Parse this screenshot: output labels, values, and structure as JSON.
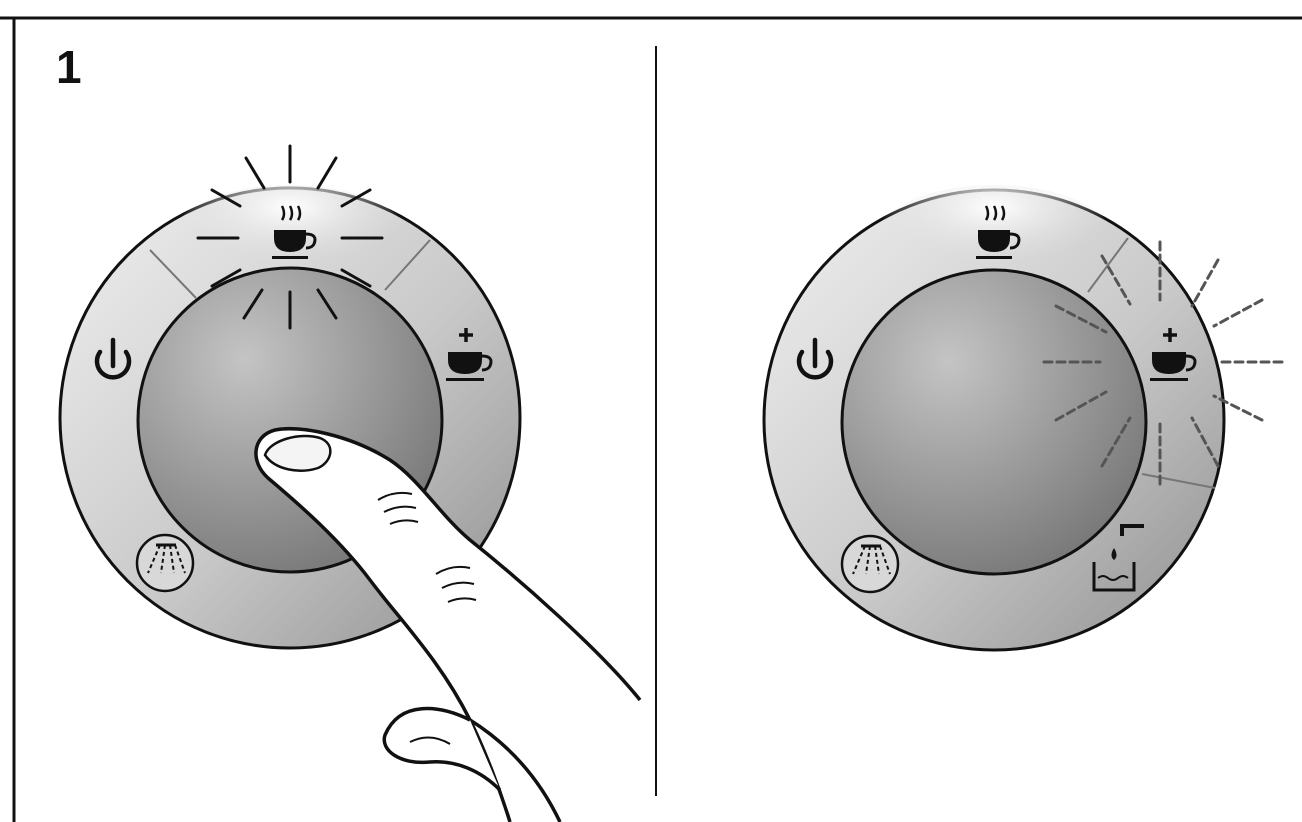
{
  "step": {
    "number": "1"
  },
  "colors": {
    "ring_light": "#e6e6e6",
    "ring_dark": "#8a8a8a",
    "center_light": "#bdbdbd",
    "center_dark": "#6e6e6e",
    "stroke": "#111111",
    "glow_dash": "#555555"
  },
  "panels": [
    {
      "name": "left-panel",
      "state": "finger pressing center button, coffee icon light glowing",
      "icons": [
        "steam-coffee-icon",
        "power-icon",
        "extra-coffee-icon",
        "steam-nozzle-icon"
      ]
    },
    {
      "name": "right-panel",
      "state": "extra coffee light blinking",
      "icons": [
        "steam-coffee-icon",
        "power-icon",
        "extra-coffee-icon",
        "steam-nozzle-icon",
        "water-tank-icon"
      ]
    }
  ]
}
